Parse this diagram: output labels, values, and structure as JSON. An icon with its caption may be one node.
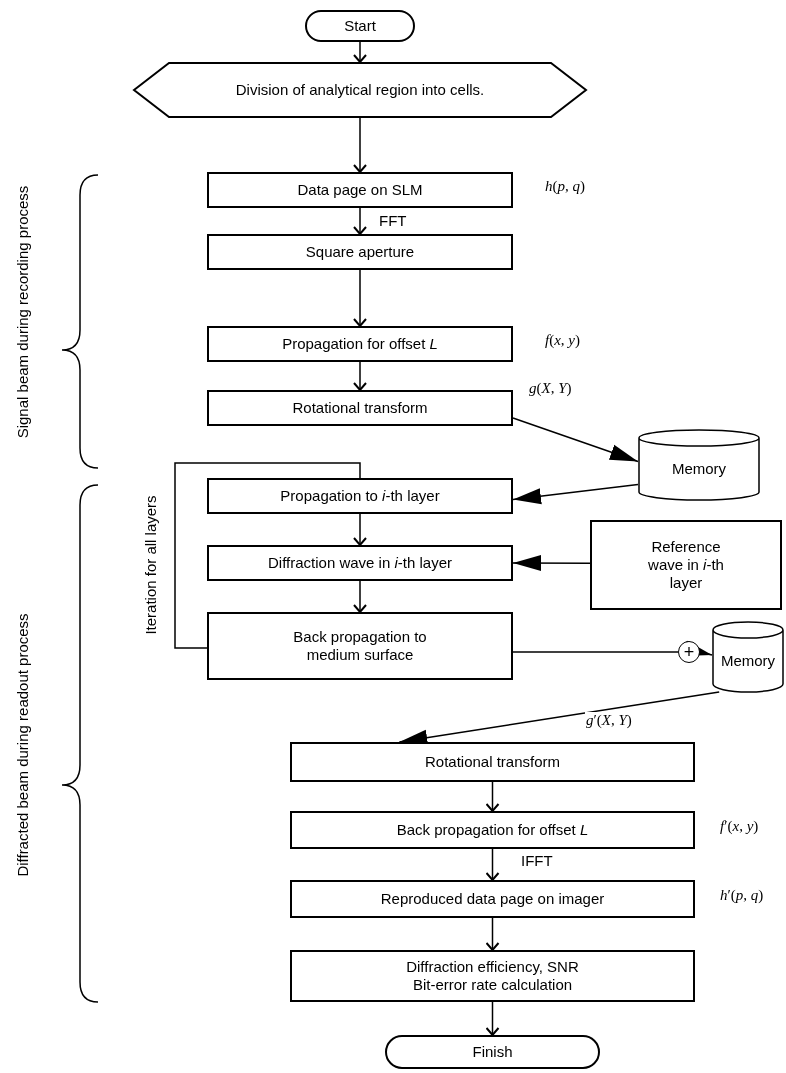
{
  "diagram": {
    "nodes": [
      {
        "text": [
          "Start"
        ]
      },
      {
        "text": [
          "Division of analytical region into cells."
        ]
      },
      {
        "text": [
          "Data page on SLM"
        ],
        "beside": [
          "*h*(*p*, *q*)"
        ]
      },
      {
        "text": [
          "Square aperture"
        ]
      },
      {
        "text": [
          "Propagation for offset *L*"
        ],
        "beside": [
          "*f*(*x*, *y*)"
        ]
      },
      {
        "text": [
          "Rotational transform"
        ]
      },
      {
        "text": [
          "Memory"
        ]
      },
      {
        "text": [
          "Propagation to  *i*-th layer"
        ]
      },
      {
        "text": [
          "Diffraction wave in *i*-th layer"
        ]
      },
      {
        "text": [
          "Reference wave in *i*-th layer"
        ]
      },
      {
        "text": [
          "Back propagation to medium surface"
        ]
      },
      {
        "text": [
          "+"
        ]
      },
      {
        "text": [
          "Memory"
        ]
      },
      {
        "text": [
          "Rotational transform"
        ]
      },
      {
        "text": [
          "Back propagation for offset *L*"
        ],
        "beside": [
          "*f*′(*x*, *y*)"
        ]
      },
      {
        "text": [
          "Reproduced data page on imager"
        ],
        "beside": [
          "*h*′(*p*, *q*)"
        ]
      },
      {
        "text": [
          "Diffraction efficiency, SNR",
          "Bit-error rate calculation"
        ]
      },
      {
        "text": [
          "Finish"
        ]
      }
    ],
    "edges": [
      {
        "from": 0,
        "to": 1,
        "arrow": "to"
      },
      {
        "from": 1,
        "to": 2,
        "arrow": "to"
      },
      {
        "from": 2,
        "to": 3,
        "arrow": "to",
        "label": "FFT"
      },
      {
        "from": 3,
        "to": 4,
        "arrow": "to"
      },
      {
        "from": 4,
        "to": 5,
        "arrow": "to"
      },
      {
        "from": 5,
        "to": 6,
        "arrow": "to",
        "label": "*g*(*X*, *Y*)"
      },
      {
        "from": 6,
        "to": 7,
        "arrow": "to"
      },
      {
        "from": 7,
        "to": 8,
        "arrow": "to"
      },
      {
        "from": 9,
        "to": 8,
        "arrow": "to"
      },
      {
        "from": 8,
        "to": 10,
        "arrow": "to"
      },
      {
        "from": 10,
        "to": 11,
        "arrow": "none"
      },
      {
        "from": 11,
        "to": 12,
        "arrow": "to"
      },
      {
        "from": 12,
        "to": 13,
        "arrow": "to",
        "label": "*g*′(*X*, *Y*)"
      },
      {
        "from": 13,
        "to": 14,
        "arrow": "to"
      },
      {
        "from": 14,
        "to": 15,
        "arrow": "to",
        "label": "IFFT"
      },
      {
        "from": 15,
        "to": 16,
        "arrow": "to"
      },
      {
        "from": 16,
        "to": 17,
        "arrow": "to"
      },
      {
        "from": 10,
        "to": 7,
        "arrow": "none"
      }
    ],
    "labels": [
      "Signal beam during recording process",
      "Diffracted beam during readout process",
      "Iteration for all layers"
    ]
  }
}
